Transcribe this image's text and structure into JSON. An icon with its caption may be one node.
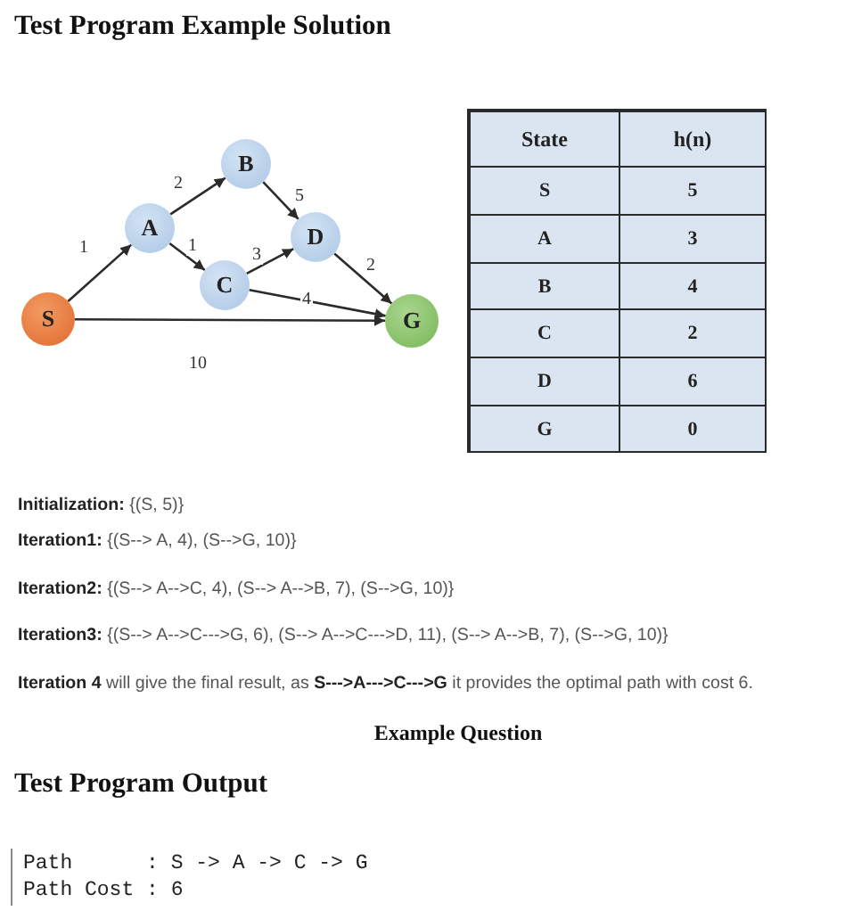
{
  "diagram": {
    "title": "Test Program Example Solution",
    "nodes": [
      {
        "text": [
          "S"
        ]
      },
      {
        "text": [
          "A"
        ]
      },
      {
        "text": [
          "B"
        ]
      },
      {
        "text": [
          "C"
        ]
      },
      {
        "text": [
          "D"
        ]
      },
      {
        "text": [
          "G"
        ]
      }
    ],
    "edges": [
      {
        "from": 0,
        "to": 1,
        "arrow": "to",
        "label": "1"
      },
      {
        "from": 1,
        "to": 2,
        "arrow": "to",
        "label": "2"
      },
      {
        "from": 1,
        "to": 3,
        "arrow": "to",
        "label": "1"
      },
      {
        "from": 2,
        "to": 4,
        "arrow": "to",
        "label": "5"
      },
      {
        "from": 3,
        "to": 4,
        "arrow": "to",
        "label": "3"
      },
      {
        "from": 4,
        "to": 5,
        "arrow": "to",
        "label": "2"
      },
      {
        "from": 3,
        "to": 5,
        "arrow": "to",
        "label": "4"
      },
      {
        "from": 0,
        "to": 5,
        "arrow": "to",
        "label": "10"
      }
    ],
    "labels": [
      "State",
      "h(n)",
      "S",
      "5",
      "A",
      "3",
      "B",
      "4",
      "C",
      "2",
      "D",
      "6",
      "G",
      "0",
      "**Initialization:** {(S, 5)}",
      "**Iteration1:** {(S--> A, 4), (S-->G, 10)}",
      "**Iteration2:** {(S--> A-->C, 4), (S--> A-->B, 7), (S-->G, 10)}",
      "**Iteration3:** {(S--> A-->C--->G, 6), (S--> A-->C--->D, 11), (S--> A-->B, 7), (S-->G, 10)}",
      "**Iteration 4** will give the final result, as **S--->A--->C--->G** it provides the optimal path with cost 6.",
      "Example Question",
      "Test Program Output",
      "Path      : S -> A -> C -> G",
      "Path Cost : 6"
    ]
  }
}
